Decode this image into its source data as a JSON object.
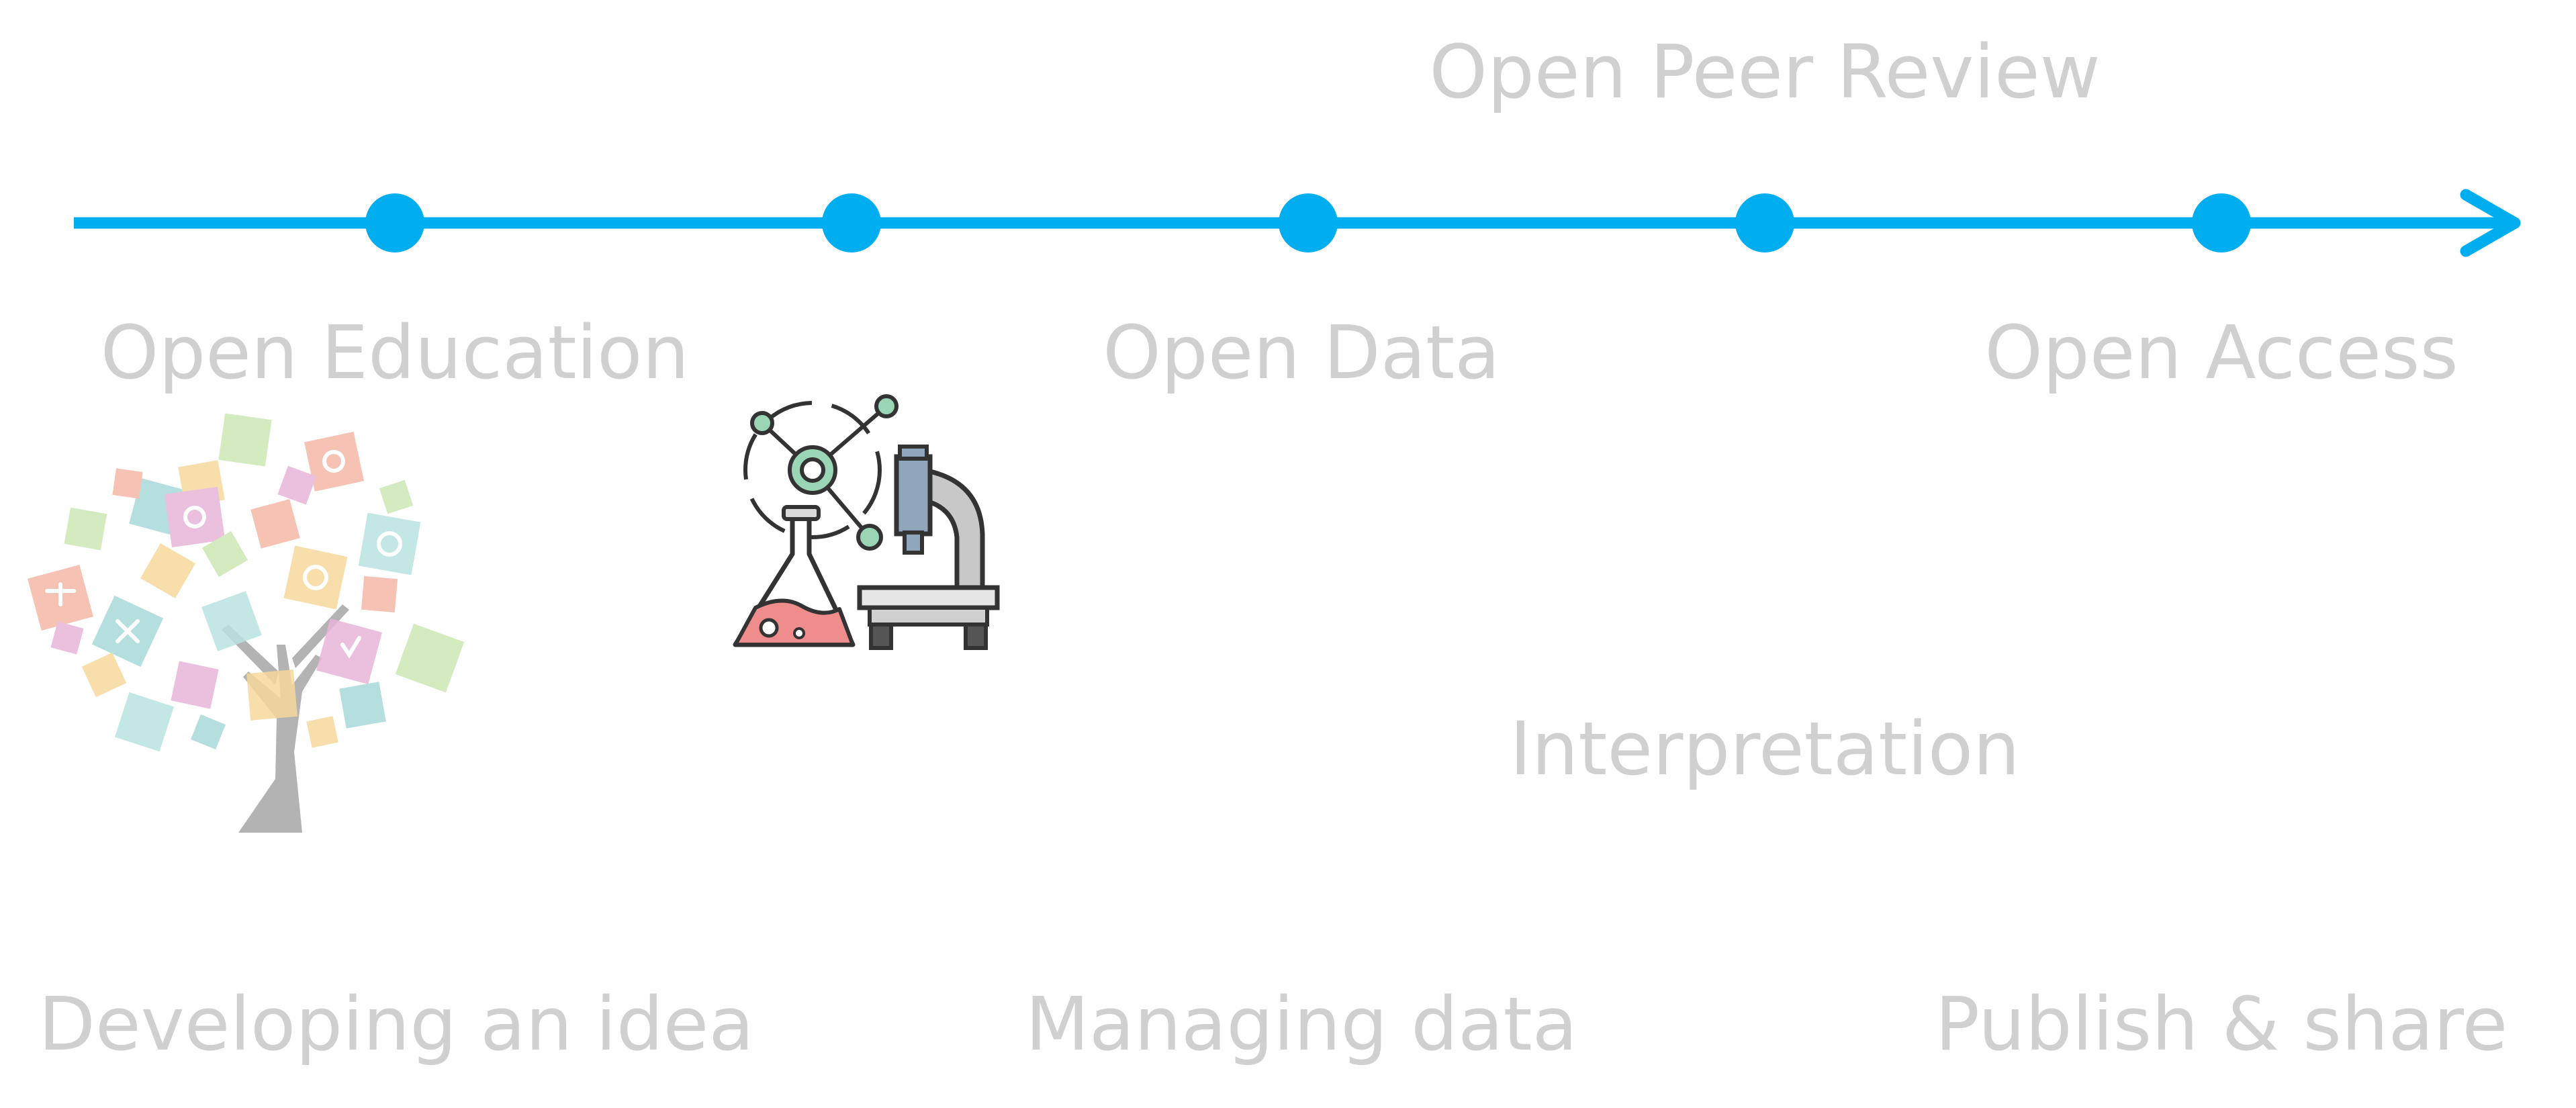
{
  "colors": {
    "timeline": "#00aeef",
    "label": "#d0d0d0"
  },
  "labels": {
    "top": "Open Peer Review",
    "open_education": "Open Education",
    "open_data": "Open Data",
    "open_access": "Open Access",
    "interpretation": "Interpretation",
    "developing": "Developing an idea",
    "managing": "Managing data",
    "publish": "Publish & share"
  },
  "icons": [
    "idea-tree-icon",
    "lab-science-icon"
  ]
}
